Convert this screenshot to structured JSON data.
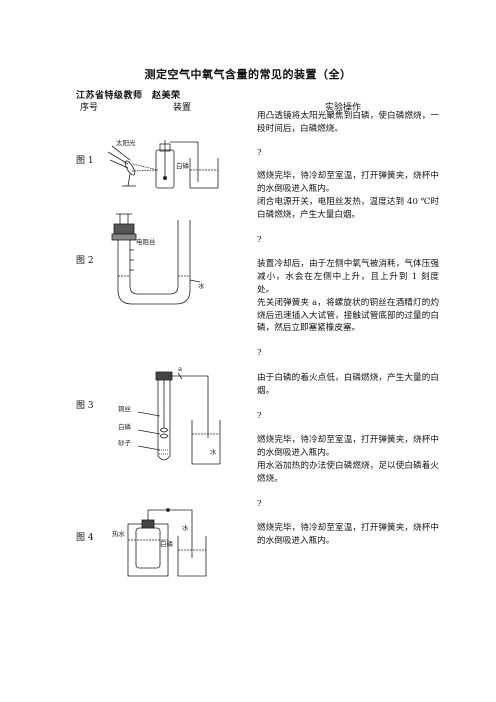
{
  "title": "测定空气中氧气含量的常见的装置（全）",
  "author": "江苏省特级教师　赵美荣",
  "headers": {
    "num": "序号",
    "device": "装置",
    "operation": "实验操作"
  },
  "figures": [
    {
      "label": "图 1",
      "diagram_labels": {
        "lens": "太阳光",
        "phosphorus": "白磷"
      },
      "paragraphs": [
        "用凸透镜将太阳光聚焦到白磷，使白磷燃烧，一段时间后，白磷燃烧。",
        "?",
        "燃烧完毕，待冷却至室温，打开弹簧夹，烧杯中的水倒吸进入瓶内。"
      ]
    },
    {
      "label": "图 2",
      "diagram_labels": {
        "wire": "电阻丝",
        "water": "水"
      },
      "paragraphs": [
        "闭合电源开关，电阻丝发热，温度达到 40 ℃时白磷燃烧，产生大量白烟。",
        "?",
        "装置冷却后，由于左侧中氧气被消耗，气体压强减小，水会在左侧中上升，且上升到 1 刻度处。"
      ]
    },
    {
      "label": "图 3",
      "diagram_labels": {
        "clip": "a",
        "wire": "铜丝",
        "phosphorus": "白磷",
        "sand": "砂子",
        "water": "水"
      },
      "paragraphs": [
        "先关闭弹簧夹 a，将螺旋状的铜丝在酒精灯的灼烧后迅速插入大试管，接触试管底部的过量的白磷，然后立即塞紧橡皮塞。",
        "?",
        "由于白磷的着火点低，白磷燃烧，产生大量的白烟。",
        "?",
        "燃烧完毕，待冷却至室温，打开弹簧夹，烧杯中的水倒吸进入瓶内。"
      ]
    },
    {
      "label": "图 4",
      "diagram_labels": {
        "hotwater": "热水",
        "phosphorus": "白磷",
        "water": "水"
      },
      "paragraphs": [
        "用水浴加热的办法使白磷燃烧，足以使白磷着火燃烧。",
        "?",
        "燃烧完毕，待冷却至室温，打开弹簧夹，烧杯中的水倒吸进入瓶内。"
      ]
    }
  ]
}
